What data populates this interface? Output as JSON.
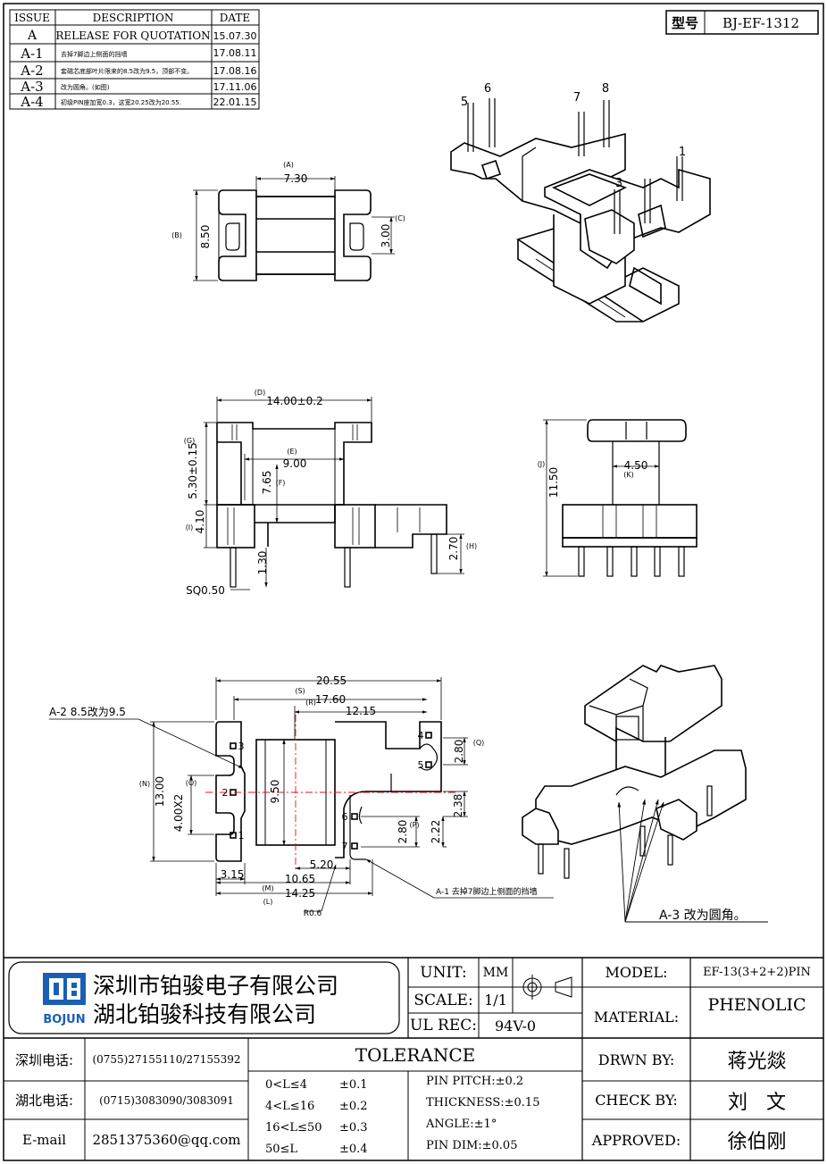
{
  "revision_table": {
    "headers": [
      "ISSUE",
      "DESCRIPTION",
      "DATE"
    ],
    "rows": [
      {
        "issue": "A",
        "desc": "RELEASE FOR QUOTATION",
        "date": "15.07.30"
      },
      {
        "issue": "A-1",
        "desc": "去掉7脚边上侧面的挡墙",
        "date": "17.08.11"
      },
      {
        "issue": "A-2",
        "desc": "套磁芯底部叶片限来的8.5改为9.5，顶部不变。",
        "date": "17.08.16"
      },
      {
        "issue": "A-3",
        "desc": "改为圆角。(如图)",
        "date": "17.11.06"
      },
      {
        "issue": "A-4",
        "desc": "初级PIN座加宽0.3，这宽20.25改为20.55.",
        "date": "22.01.15"
      }
    ]
  },
  "part_number": {
    "label": "型号",
    "value": "BJ-EF-1312"
  },
  "pin_labels": [
    "5",
    "6",
    "7",
    "8",
    "1",
    "3"
  ],
  "top_view": {
    "width": "7.30",
    "width_tag": "(A)",
    "height": "8.50",
    "height_tag": "(B)",
    "slot": "3.00",
    "slot_tag": "(C)"
  },
  "front_view": {
    "total_width": "14.00±0.2",
    "total_width_tag": "(D)",
    "inner_width": "9.00",
    "inner_width_tag": "(E)",
    "core": "7.65",
    "core_tag": "(F)",
    "top_height": "5.30±0.15",
    "top_height_tag": "(G)",
    "base_height": "4.10",
    "base_height_tag": "(I)",
    "pin_len": "2.70",
    "pin_len_tag": "(H)",
    "stub": "1.30",
    "pin_square": "SQ0.50"
  },
  "side_view": {
    "height": "11.50",
    "height_tag": "(J)",
    "center": "4.50",
    "center_tag": "(K)"
  },
  "bottom_view": {
    "overall": "20.55",
    "s_width": "17.60",
    "s_tag": "(S)",
    "r_tag": "(R)",
    "mid": "12.15",
    "q": "2.80",
    "q_tag": "(Q)",
    "n": "13.00",
    "n_tag": "(N)",
    "o": "4.00X2",
    "o_tag": "(O)",
    "core": "9.50",
    "p": "2.80",
    "p_tag": "(P)",
    "d238": "2.38",
    "d222": "2.22",
    "d520": "5.20",
    "d315": "3.15",
    "d1065": "10.65",
    "m_tag": "(M)",
    "d1425": "14.25",
    "l_tag": "(L)",
    "r06": "R0.6",
    "pins": [
      "3",
      "2",
      "1",
      "4",
      "5",
      "6",
      "7"
    ],
    "note_a2": "A-2  8.5改为9.5",
    "note_a1": "A-1  去掉7脚边上侧面的挡墙"
  },
  "note_a3": "A-3  改为圆角。",
  "title_block": {
    "company1": "深圳市铂骏电子有限公司",
    "company2": "湖北铂骏科技有限公司",
    "logo_text": "BOJUN",
    "unit_label": "UNIT:",
    "unit_value": "MM",
    "scale_label": "SCALE:",
    "scale_value": "1/1",
    "ul_label": "UL REC:",
    "ul_value": "94V-0",
    "model_label": "MODEL:",
    "model_value": "EF-13(3+2+2)PIN",
    "material_label": "MATERIAL:",
    "material_value": "PHENOLIC",
    "drwn_label": "DRWN BY:",
    "drwn_value": "蒋光燚",
    "check_label": "CHECK BY:",
    "check_value": "刘   文",
    "approved_label": "APPROVED:",
    "approved_value": "徐伯刚",
    "tolerance_title": "TOLERANCE",
    "sz_label": "深圳电话:",
    "sz_phone": "(0755)27155110/27155392",
    "hb_label": "湖北电话:",
    "hb_phone": "(0715)3083090/3083091",
    "email_label": "E-mail",
    "email_value": "2851375360@qq.com",
    "tol_ranges": [
      "0<L≤4",
      "4<L≤16",
      "16<L≤50",
      "50≤L"
    ],
    "tol_values": [
      "±0.1",
      "±0.2",
      "±0.3",
      "±0.4"
    ],
    "specs": [
      "PIN PITCH:±0.2",
      "THICKNESS:±0.15",
      "ANGLE:±1°",
      "PIN DIM:±0.05"
    ]
  }
}
